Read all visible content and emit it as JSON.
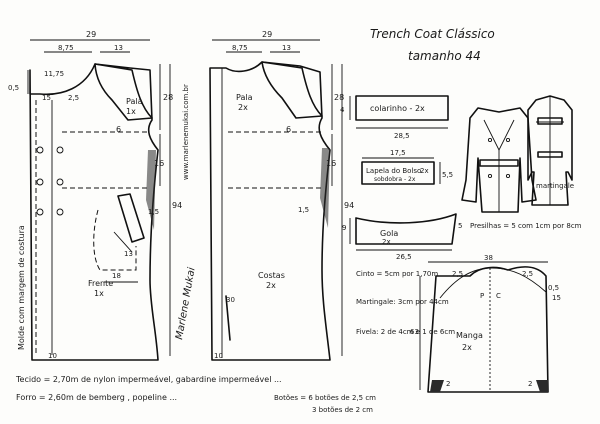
{
  "title": {
    "line1": "Trench Coat Clássico",
    "line2": "tamanho 44"
  },
  "website": "www.marlenemukai.com.br",
  "signature": "Marlene Mukai",
  "front": {
    "label": "Frente",
    "count": "1x",
    "yoke_label": "Pala",
    "yoke_count": "1x",
    "m_width": "29",
    "m_8_75": "8,75",
    "m_13": "13",
    "m_0_5": "0,5",
    "m_11_75": "11,75",
    "m_15": "15",
    "m_2_5": "2,5",
    "m_28": "28",
    "m_6": "6",
    "m_16": "16",
    "m_94": "94",
    "m_1_5": "1,5",
    "m_pocket_13": "13",
    "m_pocket_18": "18",
    "m_10": "10",
    "margin_note": "Molde com margem de costura"
  },
  "back": {
    "label": "Costas",
    "count": "2x",
    "yoke_label": "Pala",
    "yoke_count": "2x",
    "m_width": "29",
    "m_8_75": "8,75",
    "m_13": "13",
    "m_28": "28",
    "m_6": "6",
    "m_16": "16",
    "m_94": "94",
    "m_1_5": "1,5",
    "m_30": "30",
    "m_10": "10"
  },
  "collar": {
    "label": "colarinho - 2x",
    "m_1": "4",
    "m_2": "28,5"
  },
  "pocket_flap": {
    "label": "Lapela do Bolso",
    "note": "2x",
    "fold": "sobdobra - 2x",
    "m_1": "17,5",
    "m_2": "5,5"
  },
  "gola": {
    "label": "Gola",
    "count": "2x",
    "m_1": "9",
    "m_2": "5",
    "m_3": "26,5"
  },
  "sleeve": {
    "label": "Manga",
    "count": "2x",
    "m_38": "38",
    "m_25a": "2,5",
    "m_25b": "2,5",
    "m_0_5": "0,5",
    "m_15": "15",
    "m_63": "63",
    "m_2a": "2",
    "m_2b": "2",
    "p": "P",
    "c": "C"
  },
  "notes": {
    "cinto": "Cinto = 5cm por 1,70m",
    "martingale": "Martingale: 3cm por 44cm",
    "fivela": "Fivela: 2 de 4cm e 1 de 6cm",
    "presilhas": "Presilhas = 5 com 1cm por 8cm",
    "martingale_label": "martingale",
    "tecido": "Tecido = 2,70m de nylon impermeável, gabardine impermeável ...",
    "forro": "Forro = 2,60m de bemberg , popeline ...",
    "botoes": "Botões = 6 botões de 2,5 cm",
    "botoes2": "3 botões de 2 cm"
  }
}
